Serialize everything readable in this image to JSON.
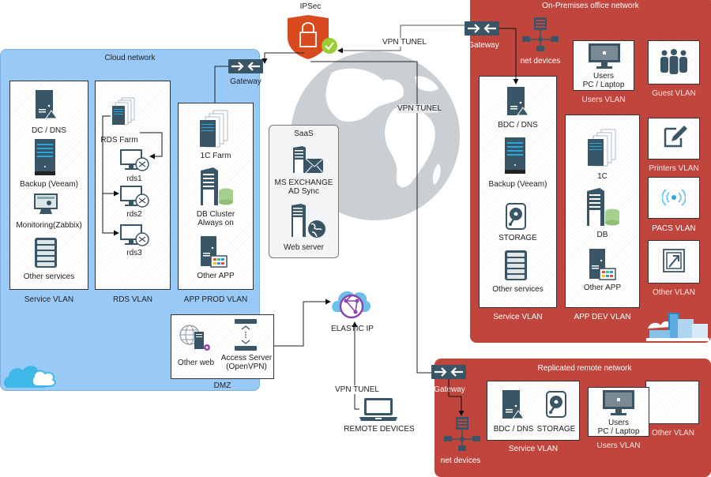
{
  "colors": {
    "cloud_bg": "#99c9f7",
    "onprem_bg": "#c0453d",
    "icon_dark": "#3a5565",
    "accent_blue": "#29a8e0",
    "ipsec_orange": "#d94a1e",
    "check_green": "#9acd32",
    "db_green": "#a6d08e",
    "globe_gray": "#c9cfd3"
  },
  "cloud_network": {
    "title": "Cloud network",
    "gateway_label": "Gateway",
    "service_vlan": {
      "label": "Service VLAN",
      "items": [
        {
          "label": "DC / DNS",
          "icon": "server-domain-icon"
        },
        {
          "label": "Backup (Veeam)",
          "icon": "rack-server-icon"
        },
        {
          "label": "Monitoring(Zabbix)",
          "icon": "monitor-dashboard-icon"
        },
        {
          "label": "Other services",
          "icon": "server-stack-icon"
        }
      ]
    },
    "rds_vlan": {
      "label": "RDS VLAN",
      "farm_label": "RDS Farm",
      "nodes": [
        "rds1",
        "rds2",
        "rds3"
      ]
    },
    "app_prod_vlan": {
      "label": "APP PROD VLAN",
      "items": [
        {
          "label": "1C Farm",
          "icon": "server-farm-icon"
        },
        {
          "label": "DB Cluster",
          "sublabel": "Always on",
          "icon": "database-server-icon"
        },
        {
          "label": "Other APP",
          "icon": "app-server-icon"
        }
      ]
    },
    "dmz": {
      "label": "DMZ",
      "items": [
        {
          "label": "Other web",
          "icon": "web-server-icon"
        },
        {
          "label": "Access Server",
          "sublabel": "(OpenVPN)",
          "icon": "access-server-icon"
        }
      ]
    }
  },
  "internet": {
    "ipsec_label": "IPSec",
    "vpn_tunnel_label": "VPN TUNEL",
    "vpn_tunnel_label_2": "VPN TUNEL",
    "vpn_tunnel_label_3": "VPN TUNEL",
    "elastic_ip_label": "ELASTIC IP",
    "remote_devices_label": "REMOTE DEVICES",
    "saas": {
      "title": "SaaS",
      "items": [
        {
          "label": "MS EXCHANGE",
          "sublabel": "AD Sync",
          "icon": "mail-server-icon"
        },
        {
          "label": "Web server",
          "icon": "web-server-globe-icon"
        }
      ]
    }
  },
  "onprem_network": {
    "title": "On-Premises office network",
    "gateway_label": "Gateway",
    "net_devices_label": "net devices",
    "users_vlan": {
      "label": "Users VLAN",
      "item_label": "Users",
      "item_sublabel": "PC / Laptop"
    },
    "guest_vlan": {
      "label": "Guest VLAN"
    },
    "printers_vlan": {
      "label": "Printers VLAN"
    },
    "pacs_vlan": {
      "label": "PACS VLAN"
    },
    "other_vlan": {
      "label": "Other VLAN"
    },
    "service_vlan": {
      "label": "Service VLAN",
      "items": [
        {
          "label": "BDC / DNS"
        },
        {
          "label": "Backup (Veeam)"
        },
        {
          "label": "STORAGE"
        },
        {
          "label": "Other services"
        }
      ]
    },
    "app_dev_vlan": {
      "label": "APP DEV VLAN",
      "items": [
        {
          "label": "1C"
        },
        {
          "label": "DB"
        },
        {
          "label": "Other APP"
        }
      ]
    }
  },
  "remote_network": {
    "title": "Replicated remote network",
    "gateway_label": "Gateway",
    "net_devices_label": "net devices",
    "service_vlan": {
      "label": "Service VLAN",
      "items": [
        {
          "label": "BDC / DNS"
        },
        {
          "label": "STORAGE"
        }
      ]
    },
    "users_vlan": {
      "label": "Users VLAN",
      "item_label": "Users",
      "item_sublabel": "PC / Laptop"
    },
    "other_vlan": {
      "label": "Other VLAN"
    }
  }
}
